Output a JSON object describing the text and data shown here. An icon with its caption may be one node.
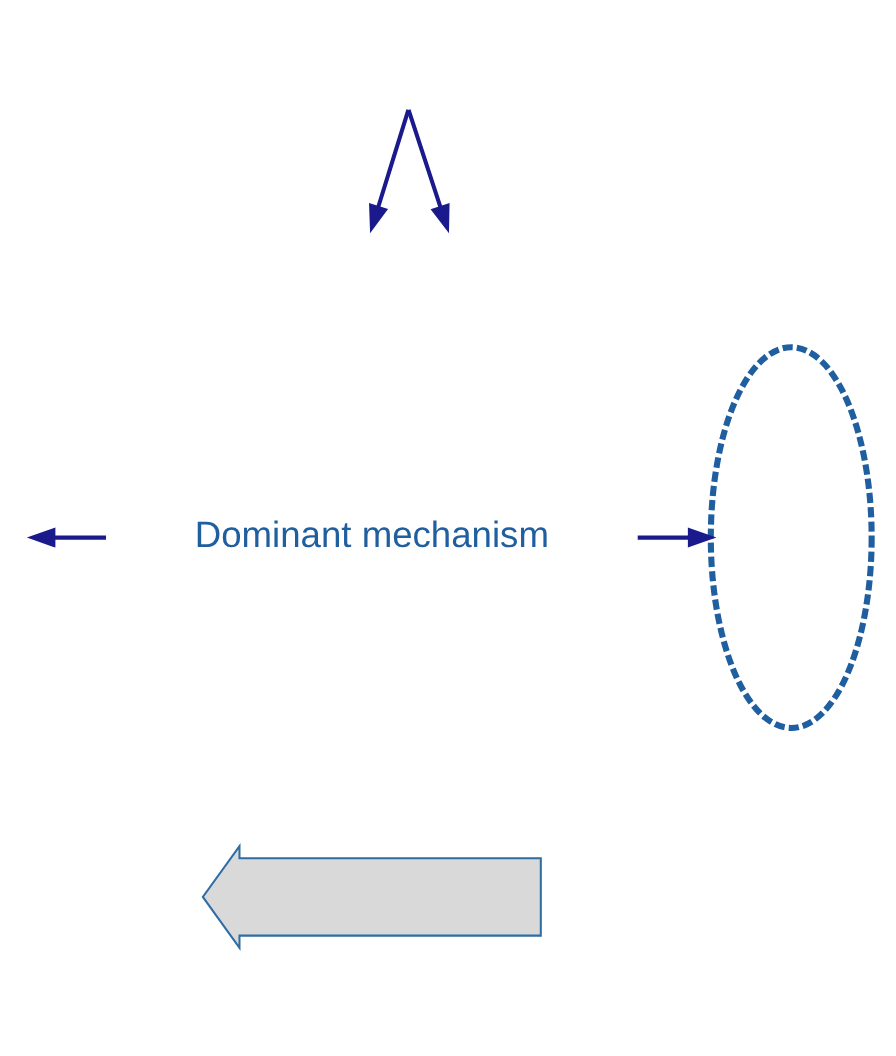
{
  "diagram": {
    "nodes": [
      {
        "text": [
          "Dominant mechanism"
        ]
      },
      {
        "text": [],
        "shape": "ellipse"
      },
      {
        "text": [],
        "shape": "arrow"
      }
    ],
    "edges": [
      {
        "from": null,
        "to": 1,
        "arrow": "to"
      }
    ]
  }
}
